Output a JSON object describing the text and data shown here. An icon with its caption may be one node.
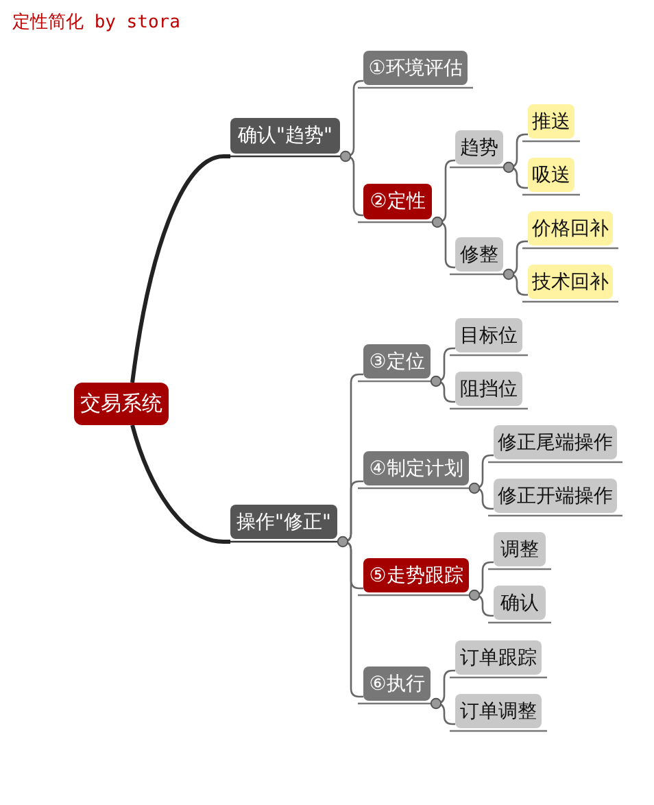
{
  "diagram": {
    "title": "定性简化 by stora",
    "nodes": [
      {
        "text": [
          "交易系统"
        ]
      },
      {
        "text": [
          "确认\"趋势\""
        ]
      },
      {
        "text": [
          "①环境评估"
        ]
      },
      {
        "text": [
          "②定性"
        ]
      },
      {
        "text": [
          "趋势"
        ]
      },
      {
        "text": [
          "推送"
        ]
      },
      {
        "text": [
          "吸送"
        ]
      },
      {
        "text": [
          "修整"
        ]
      },
      {
        "text": [
          "价格回补"
        ]
      },
      {
        "text": [
          "技术回补"
        ]
      },
      {
        "text": [
          "操作\"修正\""
        ]
      },
      {
        "text": [
          "③定位"
        ]
      },
      {
        "text": [
          "目标位"
        ]
      },
      {
        "text": [
          "阻挡位"
        ]
      },
      {
        "text": [
          "④制定计划"
        ]
      },
      {
        "text": [
          "修正尾端操作"
        ]
      },
      {
        "text": [
          "修正开端操作"
        ]
      },
      {
        "text": [
          "⑤走势跟踪"
        ]
      },
      {
        "text": [
          "调整"
        ]
      },
      {
        "text": [
          "确认"
        ]
      },
      {
        "text": [
          "⑥执行"
        ]
      },
      {
        "text": [
          "订单跟踪"
        ]
      },
      {
        "text": [
          "订单调整"
        ]
      }
    ],
    "edges": [
      {
        "from": 0,
        "to": 1,
        "arrow": "none",
        "style": "thick"
      },
      {
        "from": 0,
        "to": 10,
        "arrow": "none",
        "style": "thick"
      },
      {
        "from": 1,
        "to": 2,
        "arrow": "none"
      },
      {
        "from": 1,
        "to": 3,
        "arrow": "none"
      },
      {
        "from": 3,
        "to": 4,
        "arrow": "none"
      },
      {
        "from": 3,
        "to": 7,
        "arrow": "none"
      },
      {
        "from": 4,
        "to": 5,
        "arrow": "none"
      },
      {
        "from": 4,
        "to": 6,
        "arrow": "none"
      },
      {
        "from": 7,
        "to": 8,
        "arrow": "none"
      },
      {
        "from": 7,
        "to": 9,
        "arrow": "none"
      },
      {
        "from": 10,
        "to": 11,
        "arrow": "none"
      },
      {
        "from": 10,
        "to": 14,
        "arrow": "none"
      },
      {
        "from": 10,
        "to": 17,
        "arrow": "none"
      },
      {
        "from": 10,
        "to": 20,
        "arrow": "none"
      },
      {
        "from": 11,
        "to": 12,
        "arrow": "none"
      },
      {
        "from": 11,
        "to": 13,
        "arrow": "none"
      },
      {
        "from": 14,
        "to": 15,
        "arrow": "none"
      },
      {
        "from": 14,
        "to": 16,
        "arrow": "none"
      },
      {
        "from": 17,
        "to": 18,
        "arrow": "none"
      },
      {
        "from": 17,
        "to": 19,
        "arrow": "none"
      },
      {
        "from": 20,
        "to": 21,
        "arrow": "none"
      },
      {
        "from": 20,
        "to": 22,
        "arrow": "none"
      }
    ]
  }
}
